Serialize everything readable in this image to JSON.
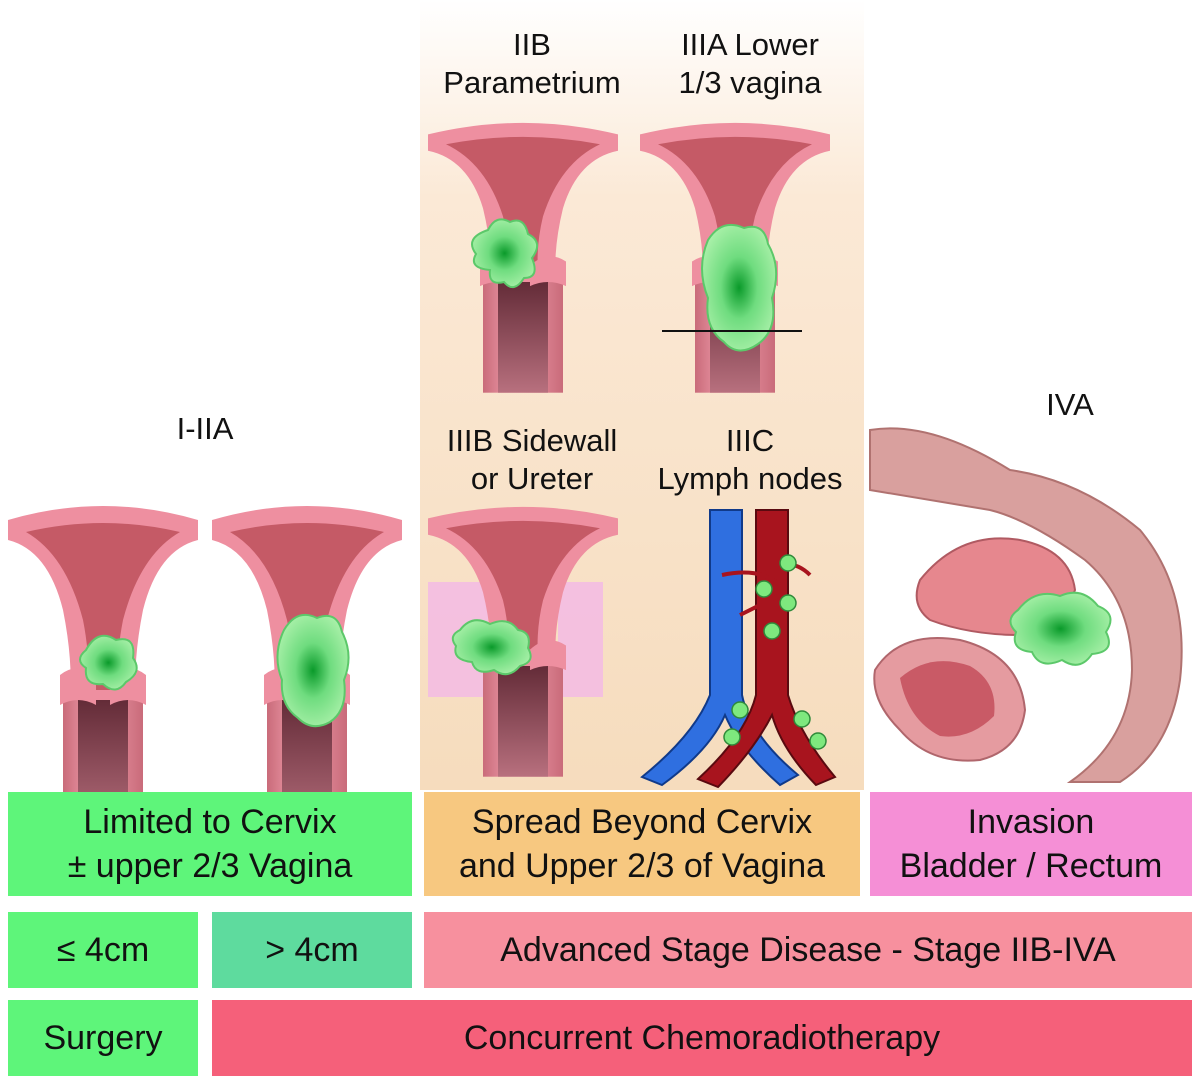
{
  "stage_labels": {
    "i_iia": "I-IIA",
    "iib_line1": "IIB",
    "iib_line2": "Parametrium",
    "iiia_line1": "IIIA Lower",
    "iiia_line2": "1/3 vagina",
    "iiib_line1": "IIIB  Sidewall",
    "iiib_line2": "or Ureter",
    "iiic_line1": "IIIC",
    "iiic_line2": "Lymph nodes",
    "iva": "IVA"
  },
  "summary_boxes": {
    "limited_line1": "Limited to Cervix",
    "limited_line2": "± upper 2/3 Vagina",
    "spread_line1": "Spread Beyond Cervix",
    "spread_line2": "and Upper 2/3 of Vagina",
    "invasion_line1": "Invasion",
    "invasion_line2": "Bladder / Rectum"
  },
  "size_row": {
    "small": "≤ 4cm",
    "large": "> 4cm",
    "advanced": "Advanced Stage Disease - Stage IIB-IVA"
  },
  "treatment_row": {
    "surgery": "Surgery",
    "chemoradiation": "Concurrent Chemoradiotherapy"
  },
  "colors": {
    "green_box": "#5ef57a",
    "orange_box": "#f7c880",
    "pink_box": "#f58fd6",
    "teal_box": "#5edb9e",
    "salmon_box": "#f7909e",
    "red_box": "#f5607a",
    "tumor": "#8fe88f",
    "uterus_outer": "#ee8fa0",
    "uterus_inner": "#c55a66",
    "vein": "#2f6fe0",
    "artery": "#a8141e"
  }
}
